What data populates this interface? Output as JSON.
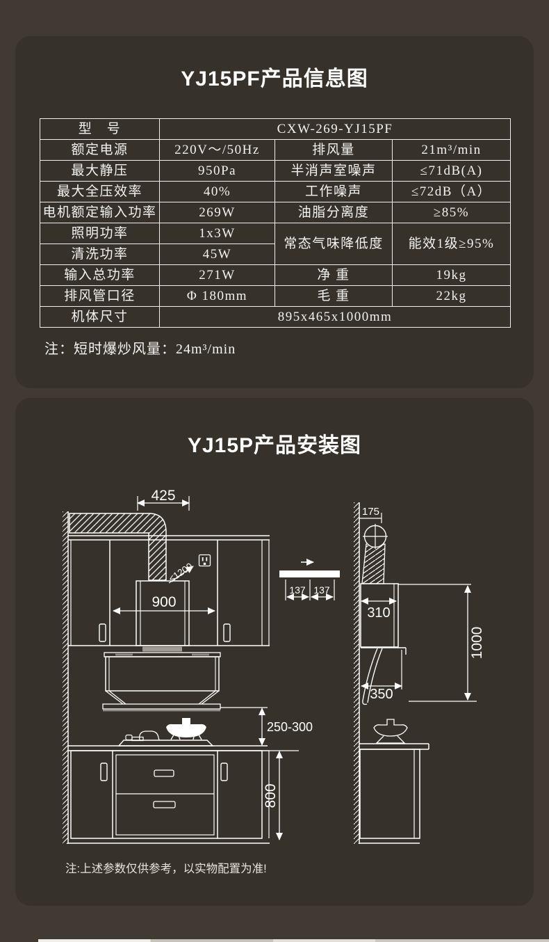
{
  "theme": {
    "page_bg": "#403a32",
    "panel_bg": "#36312a",
    "line_color": "#ffffff",
    "text_color": "#f2f2f2"
  },
  "info_panel": {
    "title": "YJ15PF产品信息图",
    "table": {
      "rows": [
        {
          "cells": [
            "型　号",
            "CXW-269-YJ15PF"
          ]
        },
        {
          "cells": [
            "额定电源",
            "220V～/50Hz",
            "排风量",
            "21m³/min"
          ]
        },
        {
          "cells": [
            "最大静压",
            "950Pa",
            "半消声室噪声",
            "≤71dB(A)"
          ]
        },
        {
          "cells": [
            "最大全压效率",
            "40%",
            "工作噪声",
            "≤72dB（A）"
          ]
        },
        {
          "cells": [
            "电机额定输入功率",
            "269W",
            "油脂分离度",
            "≥85%"
          ]
        },
        {
          "cells": [
            "照明功率",
            "1x3W",
            "常态气味降低度",
            "能效1级≥95%"
          ]
        },
        {
          "cells": [
            "清洗功率",
            "45W"
          ]
        },
        {
          "cells": [
            "输入总功率",
            "271W",
            "净 重",
            "19kg"
          ]
        },
        {
          "cells": [
            "排风管口径",
            "Φ 180mm",
            "毛 重",
            "22kg"
          ]
        },
        {
          "cells": [
            "机体尺寸",
            "895x465x1000mm"
          ]
        }
      ]
    },
    "note": "注：短时爆炒风量：24m³/min"
  },
  "install_panel": {
    "title": "YJ15P产品安装图",
    "dims": {
      "duct_width": "425",
      "hood_width": "900",
      "outlet_distance": "≤1200",
      "wall_clearance": "175",
      "hole_left": "137",
      "hole_right": "137",
      "hood_depth": "310",
      "bottom_depth": "350",
      "hood_height": "1000",
      "hood_to_cooktop": "250-300",
      "counter_height": "800"
    },
    "note": "注:上述参数仅供参考，以实物配置为准!"
  }
}
